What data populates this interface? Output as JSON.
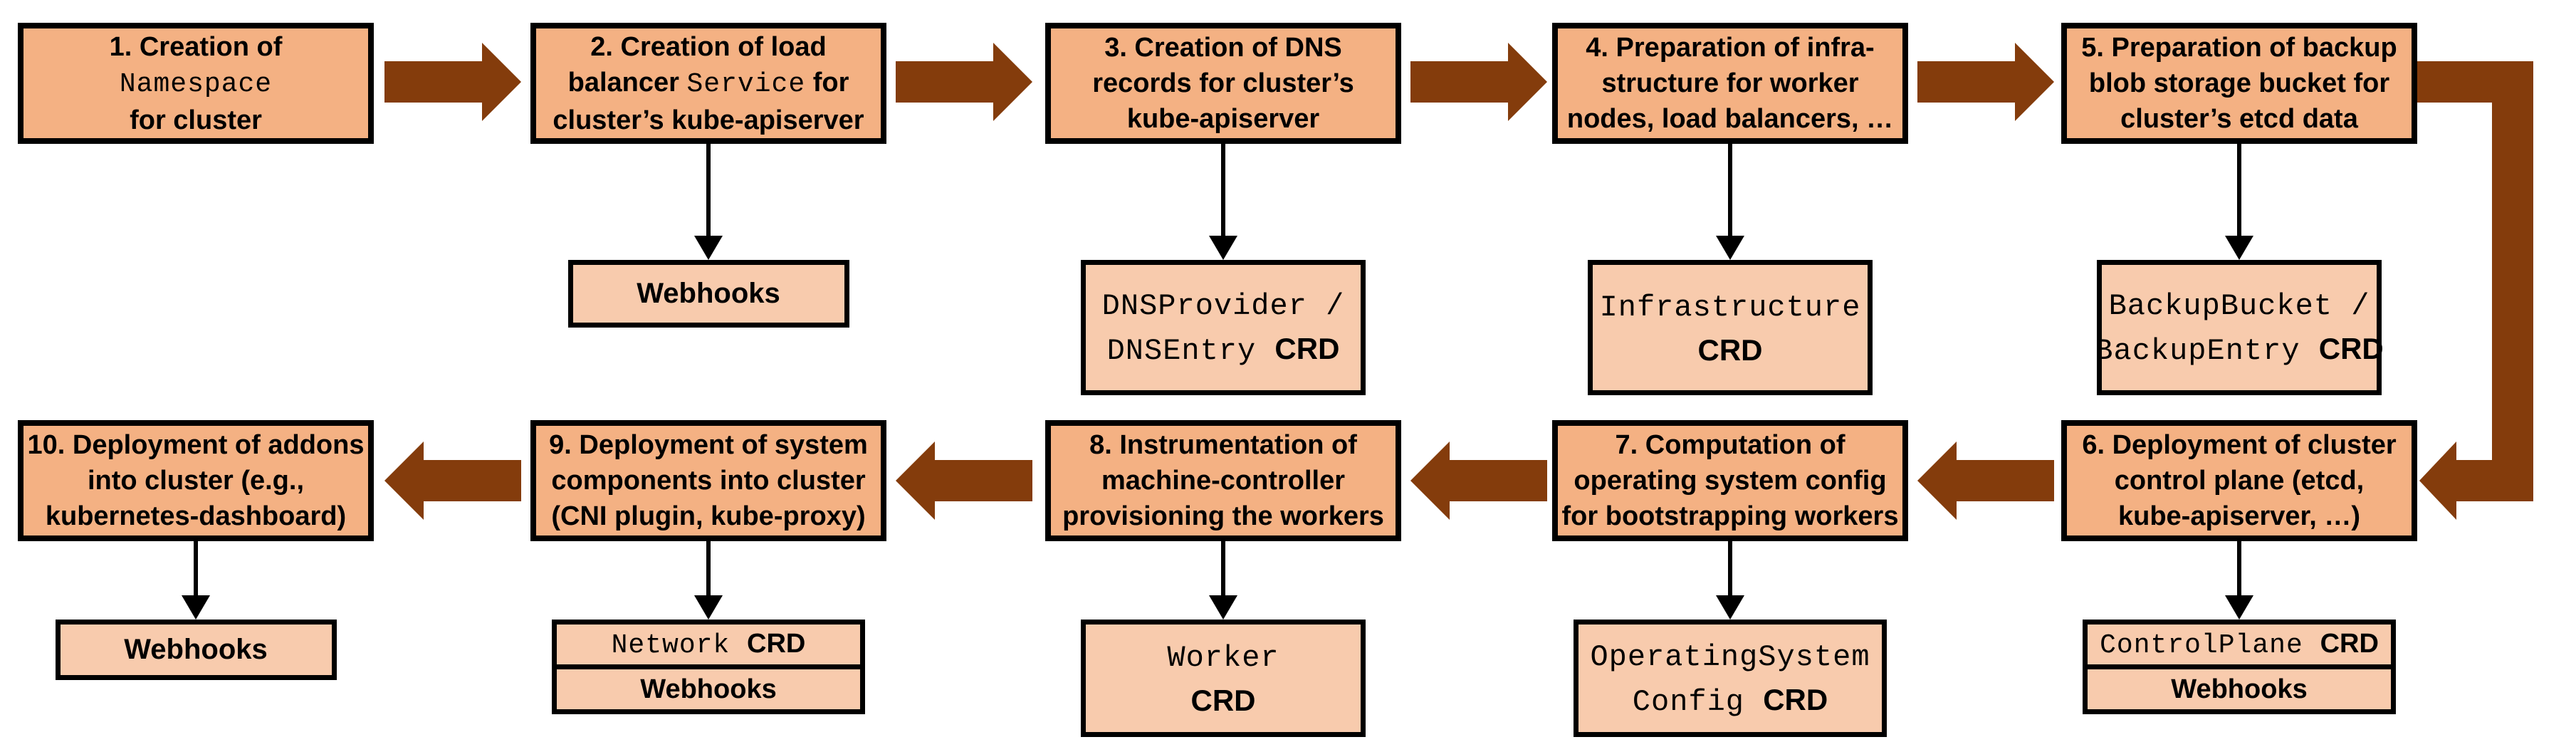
{
  "diagram": {
    "type": "flowchart",
    "colors": {
      "step_box_fill": "#F4B183",
      "sub_box_fill": "#F8CBAD",
      "box_border": "#000000",
      "flow_arrow": "#843C0C",
      "connector_arrow": "#000000",
      "background": "#FFFFFF"
    },
    "flow": "Steps 1-5 left to right on top row, elbow arrow down at right edge, steps 6-10 right to left on bottom row",
    "steps": [
      {
        "id": "1",
        "row": 1,
        "label_lines": [
          [
            {
              "t": "1. Creation of"
            }
          ],
          [
            {
              "t": "Namespace",
              "mono": true
            }
          ],
          [
            {
              "t": "for cluster"
            }
          ]
        ],
        "sub": null
      },
      {
        "id": "2",
        "row": 1,
        "label_lines": [
          [
            {
              "t": "2. Creation of load"
            }
          ],
          [
            {
              "t": "balancer "
            },
            {
              "t": "Service",
              "mono": true
            },
            {
              "t": " for"
            }
          ],
          [
            {
              "t": "cluster’s kube-apiserver"
            }
          ]
        ],
        "sub": {
          "kind": "single-small",
          "lines": [
            [
              {
                "t": "Webhooks",
                "bold": true
              }
            ]
          ]
        }
      },
      {
        "id": "3",
        "row": 1,
        "label_lines": [
          [
            {
              "t": "3. Creation of DNS"
            }
          ],
          [
            {
              "t": "records for cluster’s"
            }
          ],
          [
            {
              "t": "kube-apiserver"
            }
          ]
        ],
        "sub": {
          "kind": "single-tall",
          "lines": [
            [
              {
                "t": "DNSProvider /",
                "mono": true
              }
            ],
            [
              {
                "t": "DNSEntry ",
                "mono": true
              },
              {
                "t": "CRD",
                "bold": true
              }
            ]
          ]
        }
      },
      {
        "id": "4",
        "row": 1,
        "label_lines": [
          [
            {
              "t": "4. Preparation of infra-"
            }
          ],
          [
            {
              "t": "structure for worker"
            }
          ],
          [
            {
              "t": "nodes, load balancers, …"
            }
          ]
        ],
        "sub": {
          "kind": "single-tall",
          "lines": [
            [
              {
                "t": "Infrastructure",
                "mono": true
              }
            ],
            [
              {
                "t": "CRD",
                "bold": true
              }
            ]
          ]
        }
      },
      {
        "id": "5",
        "row": 1,
        "label_lines": [
          [
            {
              "t": "5. Preparation of backup"
            }
          ],
          [
            {
              "t": "blob storage bucket for"
            }
          ],
          [
            {
              "t": "cluster’s etcd data"
            }
          ]
        ],
        "sub": {
          "kind": "single-tall",
          "lines": [
            [
              {
                "t": "BackupBucket /",
                "mono": true
              }
            ],
            [
              {
                "t": "BackupEntry ",
                "mono": true
              },
              {
                "t": "CRD",
                "bold": true
              }
            ]
          ]
        }
      },
      {
        "id": "6",
        "row": 2,
        "label_lines": [
          [
            {
              "t": "6. Deployment of cluster"
            }
          ],
          [
            {
              "t": "control plane (etcd,"
            }
          ],
          [
            {
              "t": "kube-apiserver, …)"
            }
          ]
        ],
        "sub": {
          "kind": "stack",
          "rows": [
            [
              {
                "t": "ControlPlane ",
                "mono": true
              },
              {
                "t": "CRD",
                "bold": true
              }
            ],
            [
              {
                "t": "Webhooks",
                "bold": true
              }
            ]
          ]
        }
      },
      {
        "id": "7",
        "row": 2,
        "label_lines": [
          [
            {
              "t": "7. Computation of"
            }
          ],
          [
            {
              "t": "operating system config"
            }
          ],
          [
            {
              "t": "for bootstrapping workers"
            }
          ]
        ],
        "sub": {
          "kind": "single-tall",
          "wide": true,
          "lines": [
            [
              {
                "t": "OperatingSystem",
                "mono": true
              }
            ],
            [
              {
                "t": "Config ",
                "mono": true
              },
              {
                "t": "CRD",
                "bold": true
              }
            ]
          ]
        }
      },
      {
        "id": "8",
        "row": 2,
        "label_lines": [
          [
            {
              "t": "8. Instrumentation of"
            }
          ],
          [
            {
              "t": "machine-controller"
            }
          ],
          [
            {
              "t": "provisioning the workers"
            }
          ]
        ],
        "sub": {
          "kind": "single-tall",
          "lines": [
            [
              {
                "t": "Worker",
                "mono": true
              }
            ],
            [
              {
                "t": "CRD",
                "bold": true
              }
            ]
          ]
        }
      },
      {
        "id": "9",
        "row": 2,
        "label_lines": [
          [
            {
              "t": "9. Deployment of system"
            }
          ],
          [
            {
              "t": "components into cluster"
            }
          ],
          [
            {
              "t": "(CNI plugin, kube-proxy)"
            }
          ]
        ],
        "sub": {
          "kind": "stack",
          "rows": [
            [
              {
                "t": "Network ",
                "mono": true
              },
              {
                "t": "CRD",
                "bold": true
              }
            ],
            [
              {
                "t": "Webhooks",
                "bold": true
              }
            ]
          ]
        }
      },
      {
        "id": "10",
        "row": 2,
        "label_lines": [
          [
            {
              "t": "10. Deployment of addons"
            }
          ],
          [
            {
              "t": "into cluster (e.g.,"
            }
          ],
          [
            {
              "t": "kubernetes-dashboard)"
            }
          ]
        ],
        "sub": {
          "kind": "single-small",
          "lines": [
            [
              {
                "t": "Webhooks",
                "bold": true
              }
            ]
          ]
        }
      }
    ]
  }
}
